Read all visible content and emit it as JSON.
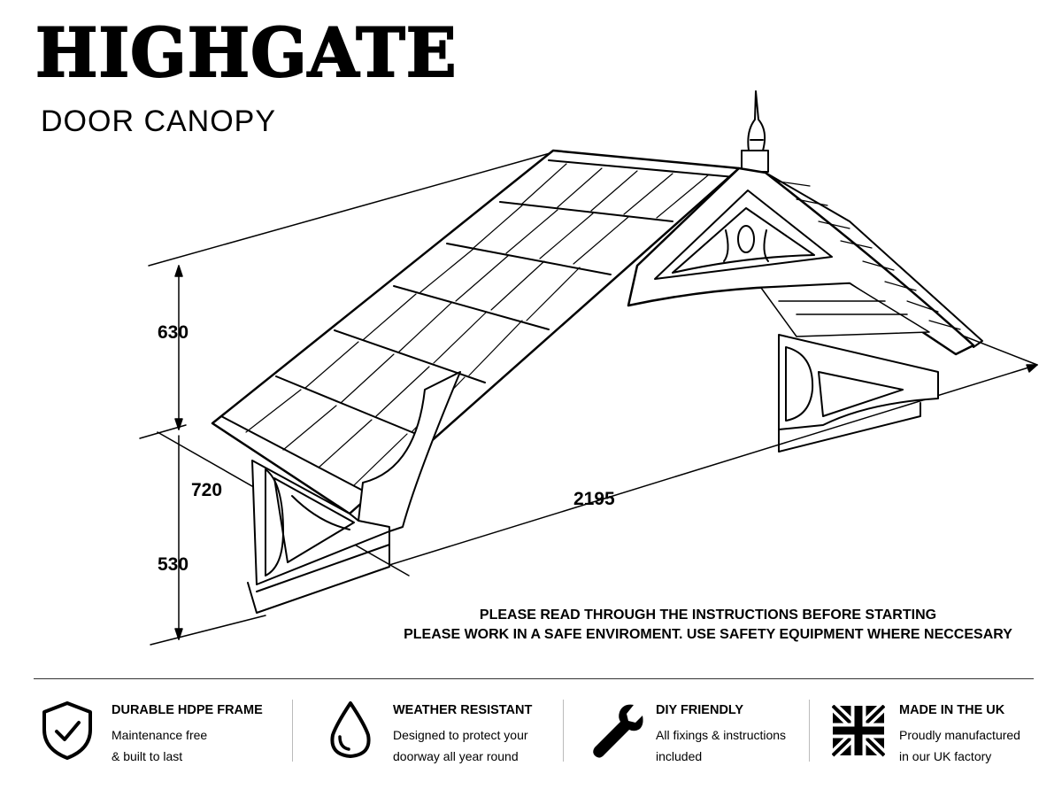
{
  "header": {
    "brand": "HIGHGATE",
    "subtitle": "DOOR CANOPY"
  },
  "dimensions": {
    "height_top": "630",
    "depth": "720",
    "height_bottom": "530",
    "width": "2195"
  },
  "notice": {
    "line1": "PLEASE READ THROUGH THE INSTRUCTIONS BEFORE STARTING",
    "line2": "PLEASE WORK IN A SAFE ENVIROMENT. USE SAFETY EQUIPMENT WHERE NECCESARY"
  },
  "features": [
    {
      "icon": "shield-check-icon",
      "title": "DURABLE HDPE FRAME",
      "line1": "Maintenance free",
      "line2": "& built to last"
    },
    {
      "icon": "water-drop-icon",
      "title": "WEATHER RESISTANT",
      "line1": "Designed to protect your",
      "line2": "doorway all year round"
    },
    {
      "icon": "wrench-icon",
      "title": "DIY FRIENDLY",
      "line1": "All fixings & instructions",
      "line2": "included"
    },
    {
      "icon": "union-jack-flag-icon",
      "title": "MADE IN THE UK",
      "line1": "Proudly manufactured",
      "line2": "in our UK factory"
    }
  ]
}
